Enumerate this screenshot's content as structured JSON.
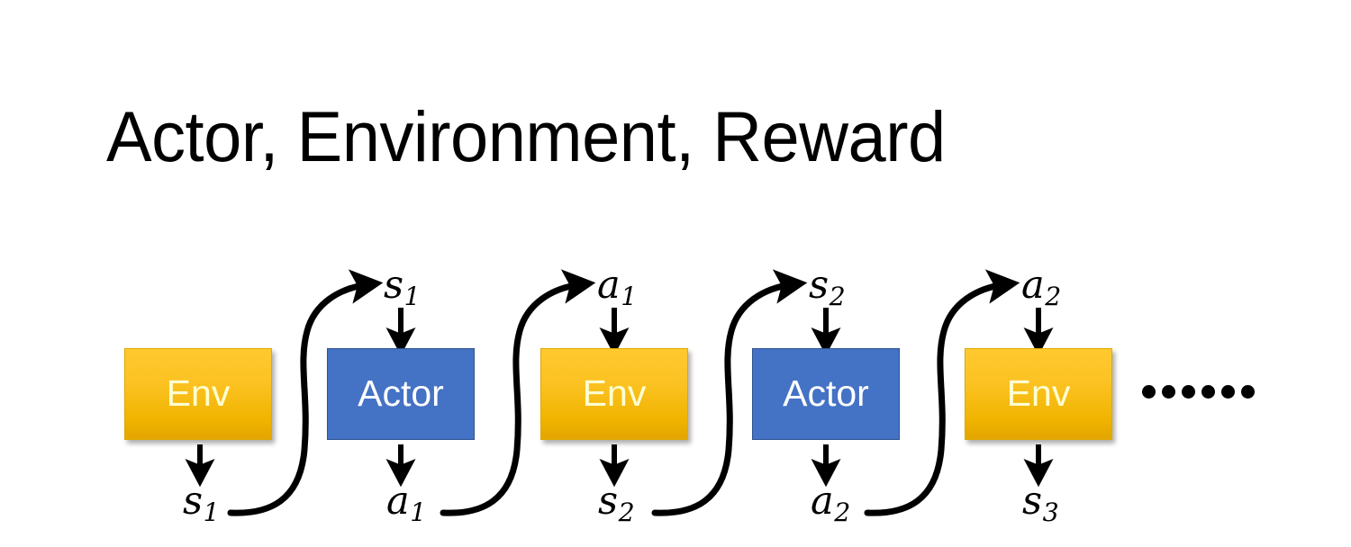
{
  "slide": {
    "title": "Actor, Environment, Reward",
    "background": "#ffffff"
  },
  "colors": {
    "env_fill_top": "#ffc930",
    "env_fill_bottom": "#e3a500",
    "env_text": "#fdffd3",
    "actor_fill": "#4472c4",
    "actor_border": "#2f528f",
    "actor_text": "#ffffff",
    "arrow": "#000000",
    "title_text": "#000000"
  },
  "diagram": {
    "type": "sequence-flow",
    "nodes": [
      {
        "id": "env1",
        "label": "Env",
        "kind": "env"
      },
      {
        "id": "actor1",
        "label": "Actor",
        "kind": "actor"
      },
      {
        "id": "env2",
        "label": "Env",
        "kind": "env"
      },
      {
        "id": "actor2",
        "label": "Actor",
        "kind": "actor"
      },
      {
        "id": "env3",
        "label": "Env",
        "kind": "env"
      }
    ],
    "top_labels": [
      {
        "id": "top-s1",
        "base": "s",
        "sub": "1"
      },
      {
        "id": "top-a1",
        "base": "a",
        "sub": "1"
      },
      {
        "id": "top-s2",
        "base": "s",
        "sub": "2"
      },
      {
        "id": "top-a2",
        "base": "a",
        "sub": "2"
      }
    ],
    "bottom_labels": [
      {
        "id": "bot-s1",
        "base": "s",
        "sub": "1"
      },
      {
        "id": "bot-a1",
        "base": "a",
        "sub": "1"
      },
      {
        "id": "bot-s2",
        "base": "s",
        "sub": "2"
      },
      {
        "id": "bot-a2",
        "base": "a",
        "sub": "2"
      },
      {
        "id": "bot-s3",
        "base": "s",
        "sub": "3"
      }
    ],
    "ellipsis": {
      "dot_count": 6
    },
    "sequence": [
      "Env",
      "s1",
      "Actor",
      "a1",
      "Env",
      "s2",
      "Actor",
      "a2",
      "Env",
      "s3"
    ]
  }
}
